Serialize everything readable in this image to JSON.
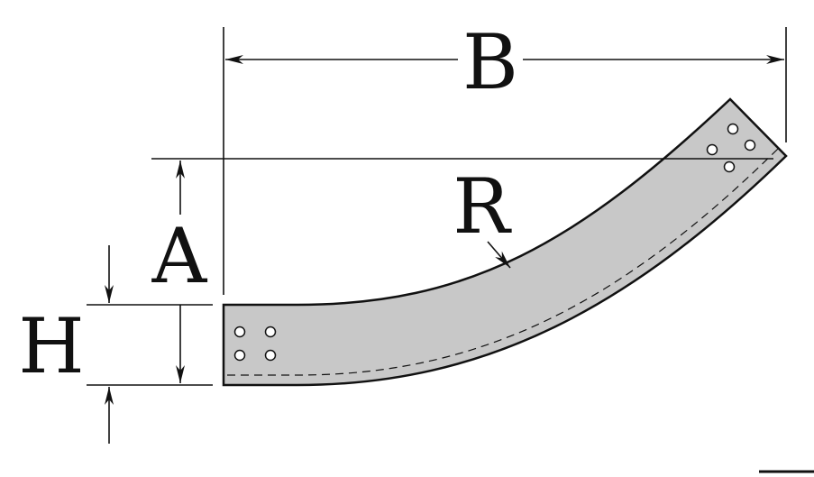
{
  "labels": {
    "b": "B",
    "a": "A",
    "h": "H",
    "r": "R"
  },
  "colors": {
    "part_fill": "#c8c8c8",
    "stroke": "#111111",
    "background": "#ffffff"
  }
}
